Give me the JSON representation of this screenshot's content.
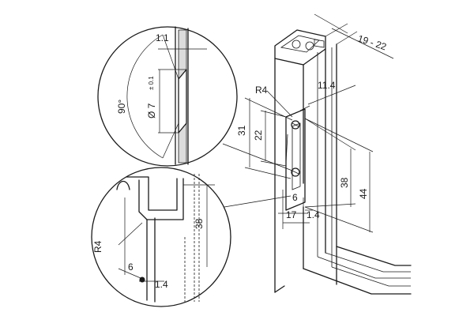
{
  "labels": {
    "frame_depth": "19 - 22",
    "offset_right": "11.4",
    "radius_main": "R4",
    "height_31": "31",
    "height_22": "22",
    "height_38_main": "38",
    "height_44": "44",
    "width_6_main": "6",
    "width_17": "17",
    "width_1_4_main": "1.4",
    "detail_thickness": "1.1",
    "detail_angle": "90°",
    "detail_diameter": "Ø 7",
    "detail_tolerance": "± 0.1",
    "detail_radius": "R4",
    "detail_height_38": "38",
    "detail_width_6": "6",
    "detail_width_1_4": "1.4"
  }
}
